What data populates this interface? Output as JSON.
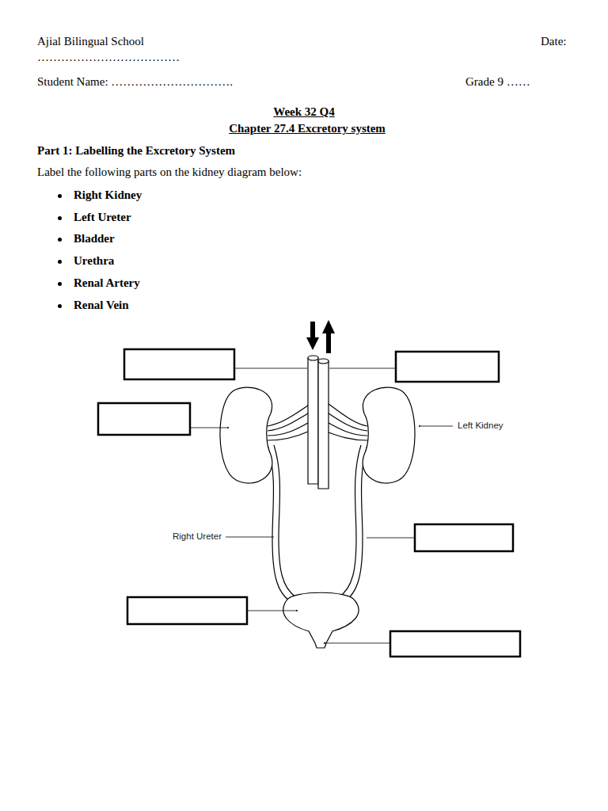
{
  "diagram": {
    "title": "Week 32 Q4",
    "labels": [
      "Ajial Bilingual School",
      "Date:",
      "………………………………",
      "Student Name: ………………………….",
      "Grade 9 ……",
      "Chapter 27.4 Excretory system",
      "Part 1: Labelling the Excretory System",
      "Label the following parts on the kidney diagram below:",
      "Right Kidney",
      "Left Ureter",
      "Bladder",
      "Urethra",
      "Renal Artery",
      "Renal Vein",
      "Left Kidney",
      "Right Ureter"
    ]
  }
}
